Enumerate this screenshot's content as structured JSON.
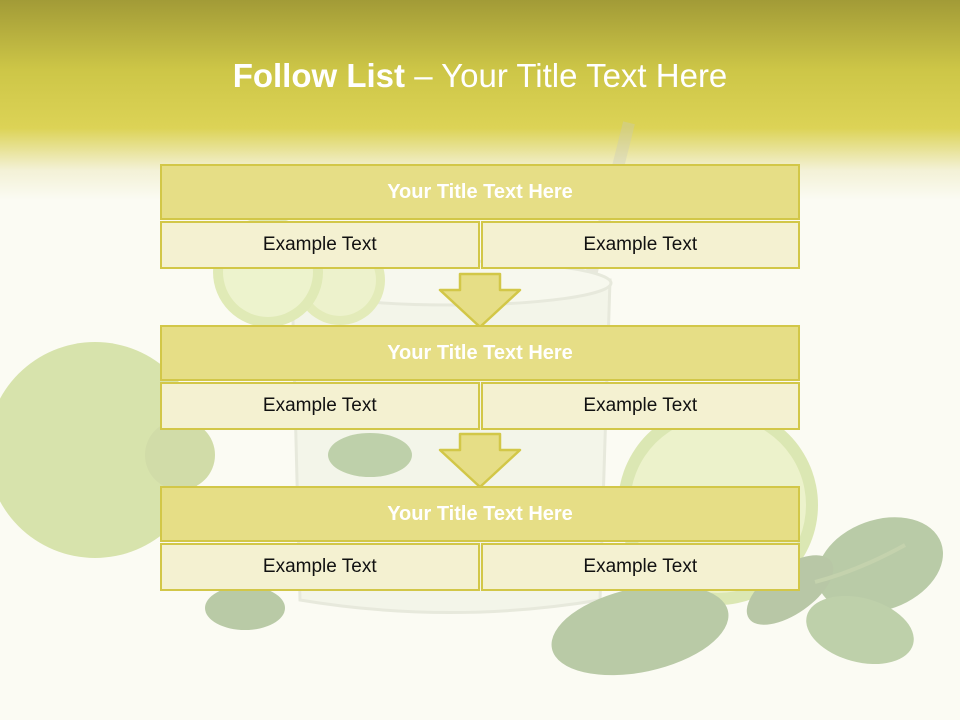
{
  "slide": {
    "title_bold": "Follow List",
    "title_rest": " – Your Title Text Here"
  },
  "blocks": [
    {
      "title": "Your Title Text Here",
      "left": "Example Text",
      "right": "Example Text"
    },
    {
      "title": "Your Title Text Here",
      "left": "Example Text",
      "right": "Example Text"
    },
    {
      "title": "Your Title Text Here",
      "left": "Example Text",
      "right": "Example Text"
    }
  ],
  "colors": {
    "header_dark": "#a29b37",
    "header_accent": "#dcd356",
    "box_title_fill": "#e6de86",
    "box_cell_fill": "#f4f1d1",
    "box_border": "#d2c748"
  }
}
